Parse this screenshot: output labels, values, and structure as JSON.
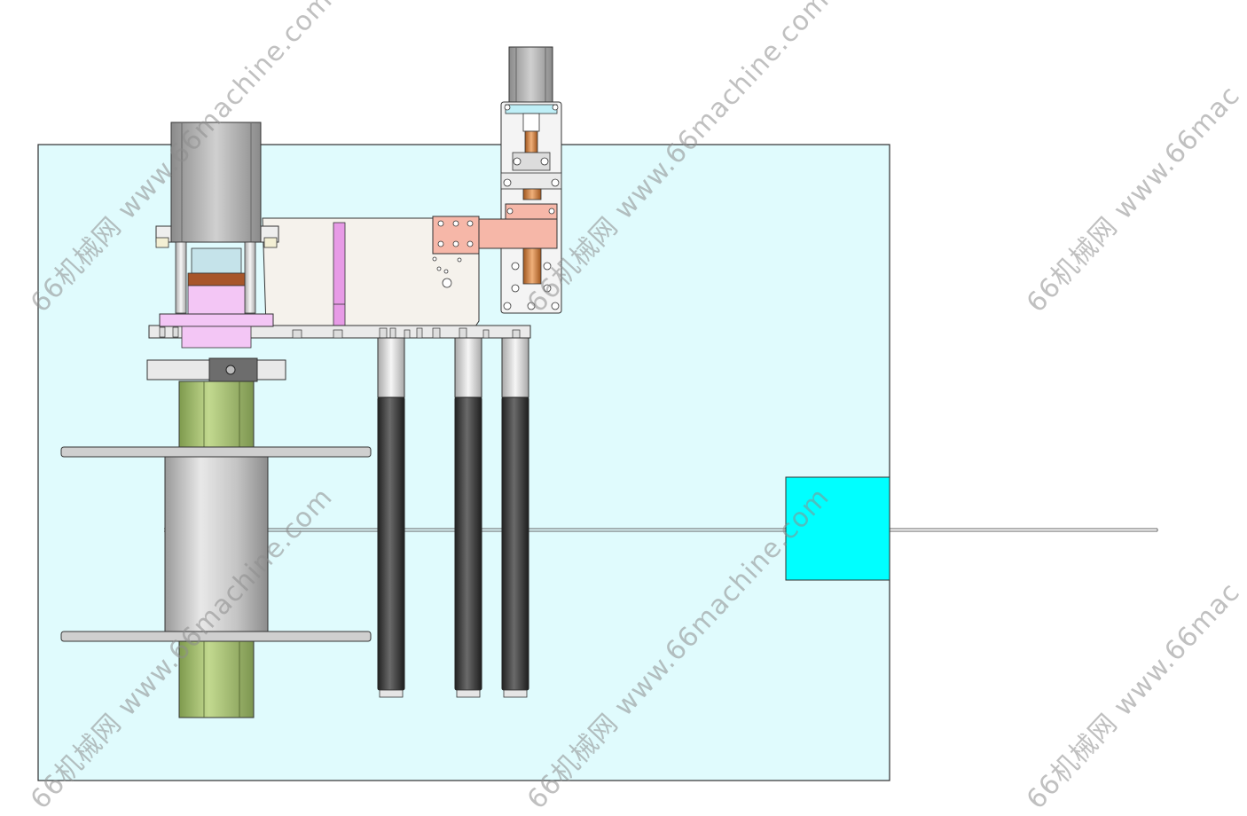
{
  "colors": {
    "panel": "#e0fbfd",
    "panel_border": "#303030",
    "cyan_block": "#00ffff",
    "motor_grey": "#b9b9b9",
    "spool_grey": "#c4c4c4",
    "olive": "#a9c277",
    "pink": "#f3c6f5",
    "magenta_bar": "#e79be6",
    "salmon": "#f6b7a8",
    "plate": "#f5f2ec",
    "dark_roller": "#3b3b3b",
    "copper": "#d98a48"
  },
  "watermarks": [
    {
      "text": "66机械网 www.66machine.com"
    },
    {
      "text": "66机械网 www.66machine.com"
    },
    {
      "text": "66机械网 www.66mac"
    },
    {
      "text": "66机械网 www.66machine.com"
    },
    {
      "text": "66机械网 www.66machine.com"
    },
    {
      "text": "66机械网 www.66mac"
    }
  ]
}
